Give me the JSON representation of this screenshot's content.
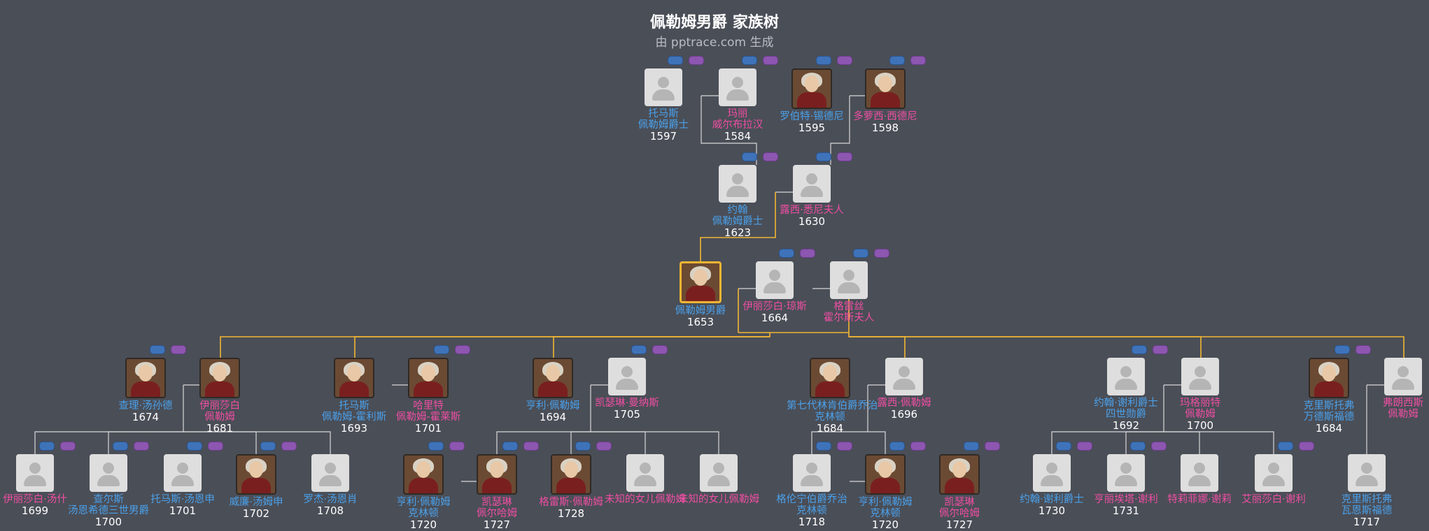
{
  "title": "佩勒姆男爵 家族树",
  "subtitle": "由 pptrace.com 生成",
  "colors": {
    "male": "#4aa0ea",
    "female": "#ee4ea2",
    "line": "#d8d8d8",
    "highlight": "#f2b632"
  },
  "people": [
    {
      "id": "p1",
      "name": "托马斯\n佩勒姆爵士",
      "year": "1597",
      "gender": "m",
      "photo": false
    },
    {
      "id": "p2",
      "name": "玛丽\n威尔布拉汉",
      "year": "1584",
      "gender": "f",
      "photo": false
    },
    {
      "id": "p3",
      "name": "罗伯特·锡德尼",
      "year": "1595",
      "gender": "m",
      "photo": true
    },
    {
      "id": "p4",
      "name": "多萝西·西德尼",
      "year": "1598",
      "gender": "f",
      "photo": true
    },
    {
      "id": "p5",
      "name": "约翰\n佩勒姆爵士",
      "year": "1623",
      "gender": "m",
      "photo": false
    },
    {
      "id": "p6",
      "name": "露西·悉尼夫人",
      "year": "1630",
      "gender": "f",
      "photo": false
    },
    {
      "id": "p7",
      "name": "佩勒姆男爵",
      "year": "1653",
      "gender": "m",
      "photo": true,
      "selected": true
    },
    {
      "id": "p8",
      "name": "伊丽莎白·琼斯",
      "year": "1664",
      "gender": "f",
      "photo": false
    },
    {
      "id": "p9",
      "name": "格雷丝\n霍尔斯夫人",
      "year": "",
      "gender": "f",
      "photo": false
    },
    {
      "id": "p10",
      "name": "查理·汤孙德",
      "year": "1674",
      "gender": "m",
      "photo": true
    },
    {
      "id": "p11",
      "name": "伊丽莎白\n佩勒姆",
      "year": "1681",
      "gender": "f",
      "photo": true
    },
    {
      "id": "p12",
      "name": "托马斯\n佩勒姆-霍利斯",
      "year": "1693",
      "gender": "m",
      "photo": true
    },
    {
      "id": "p13",
      "name": "哈里特\n佩勒姆-霍莱斯",
      "year": "1701",
      "gender": "f",
      "photo": true
    },
    {
      "id": "p14",
      "name": "亨利·佩勒姆",
      "year": "1694",
      "gender": "m",
      "photo": true
    },
    {
      "id": "p15",
      "name": "凯瑟琳·曼纳斯",
      "year": "1705",
      "gender": "f",
      "photo": false
    },
    {
      "id": "p16",
      "name": "第七代林肯伯爵乔治\n克林顿",
      "year": "1684",
      "gender": "m",
      "photo": true
    },
    {
      "id": "p17",
      "name": "露西·佩勒姆",
      "year": "1696",
      "gender": "f",
      "photo": false
    },
    {
      "id": "p18",
      "name": "约翰·谢利爵士\n四世勋爵",
      "year": "1692",
      "gender": "m",
      "photo": false
    },
    {
      "id": "p19",
      "name": "玛格丽特\n佩勒姆",
      "year": "1700",
      "gender": "f",
      "photo": false
    },
    {
      "id": "p20",
      "name": "克里斯托弗\n万德斯福德",
      "year": "1684",
      "gender": "m",
      "photo": true
    },
    {
      "id": "p21",
      "name": "弗朗西斯\n佩勒姆",
      "year": "",
      "gender": "f",
      "photo": false
    },
    {
      "id": "p22",
      "name": "伊丽莎白·汤什",
      "year": "1699",
      "gender": "f",
      "photo": false
    },
    {
      "id": "p23",
      "name": "查尔斯\n汤恩希德三世男爵",
      "year": "1700",
      "gender": "m",
      "photo": false
    },
    {
      "id": "p24",
      "name": "托马斯·汤恩申",
      "year": "1701",
      "gender": "m",
      "photo": false
    },
    {
      "id": "p25",
      "name": "威廉·汤姆申",
      "year": "1702",
      "gender": "m",
      "photo": true
    },
    {
      "id": "p26",
      "name": "罗杰·汤恩肖",
      "year": "1708",
      "gender": "m",
      "photo": false
    },
    {
      "id": "p27",
      "name": "亨利·佩勒姆\n克林顿",
      "year": "1720",
      "gender": "m",
      "photo": true
    },
    {
      "id": "p28",
      "name": "凯瑟琳\n佩尔哈姆",
      "year": "1727",
      "gender": "f",
      "photo": true
    },
    {
      "id": "p29",
      "name": "格雷斯·佩勒姆",
      "year": "1728",
      "gender": "f",
      "photo": true
    },
    {
      "id": "p30",
      "name": "未知的女儿佩勒姆",
      "year": "",
      "gender": "f",
      "photo": false
    },
    {
      "id": "p31",
      "name": "未知的女儿佩勒姆",
      "year": "",
      "gender": "f",
      "photo": false
    },
    {
      "id": "p32",
      "name": "格伦宁伯爵乔治\n克林顿",
      "year": "1718",
      "gender": "m",
      "photo": false
    },
    {
      "id": "p33",
      "name": "亨利·佩勒姆\n克林顿",
      "year": "1720",
      "gender": "m",
      "photo": true
    },
    {
      "id": "p34",
      "name": "凯瑟琳\n佩尔哈姆",
      "year": "1727",
      "gender": "f",
      "photo": true
    },
    {
      "id": "p35",
      "name": "约翰·谢利爵士",
      "year": "1730",
      "gender": "m",
      "photo": false
    },
    {
      "id": "p36",
      "name": "亨丽埃塔·谢利",
      "year": "1731",
      "gender": "f",
      "photo": false
    },
    {
      "id": "p37",
      "name": "特莉菲娜·谢莉",
      "year": "",
      "gender": "f",
      "photo": false
    },
    {
      "id": "p38",
      "name": "艾丽莎白·谢利",
      "year": "",
      "gender": "f",
      "photo": false
    },
    {
      "id": "p39",
      "name": "克里斯托弗\n瓦恩斯福德",
      "year": "1717",
      "gender": "m",
      "photo": false
    }
  ]
}
